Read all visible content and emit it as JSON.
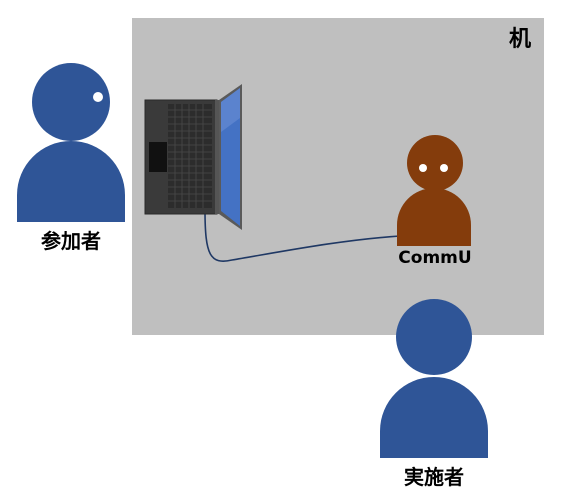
{
  "scene": {
    "table_label": "机",
    "participant_label": "参加者",
    "robot_label": "CommU",
    "experimenter_label": "実施者"
  },
  "colors": {
    "table": "#bfbfbf",
    "participant": "#2f5597",
    "experimenter": "#2f5597",
    "robot": "#843c0c",
    "laptop_body": "#3a3a3a",
    "laptop_screen": "#4472c4",
    "cable": "#1f3864"
  },
  "icons": {
    "participant": "person-icon",
    "experimenter": "person-icon",
    "robot": "robot-icon",
    "laptop": "laptop-icon"
  }
}
